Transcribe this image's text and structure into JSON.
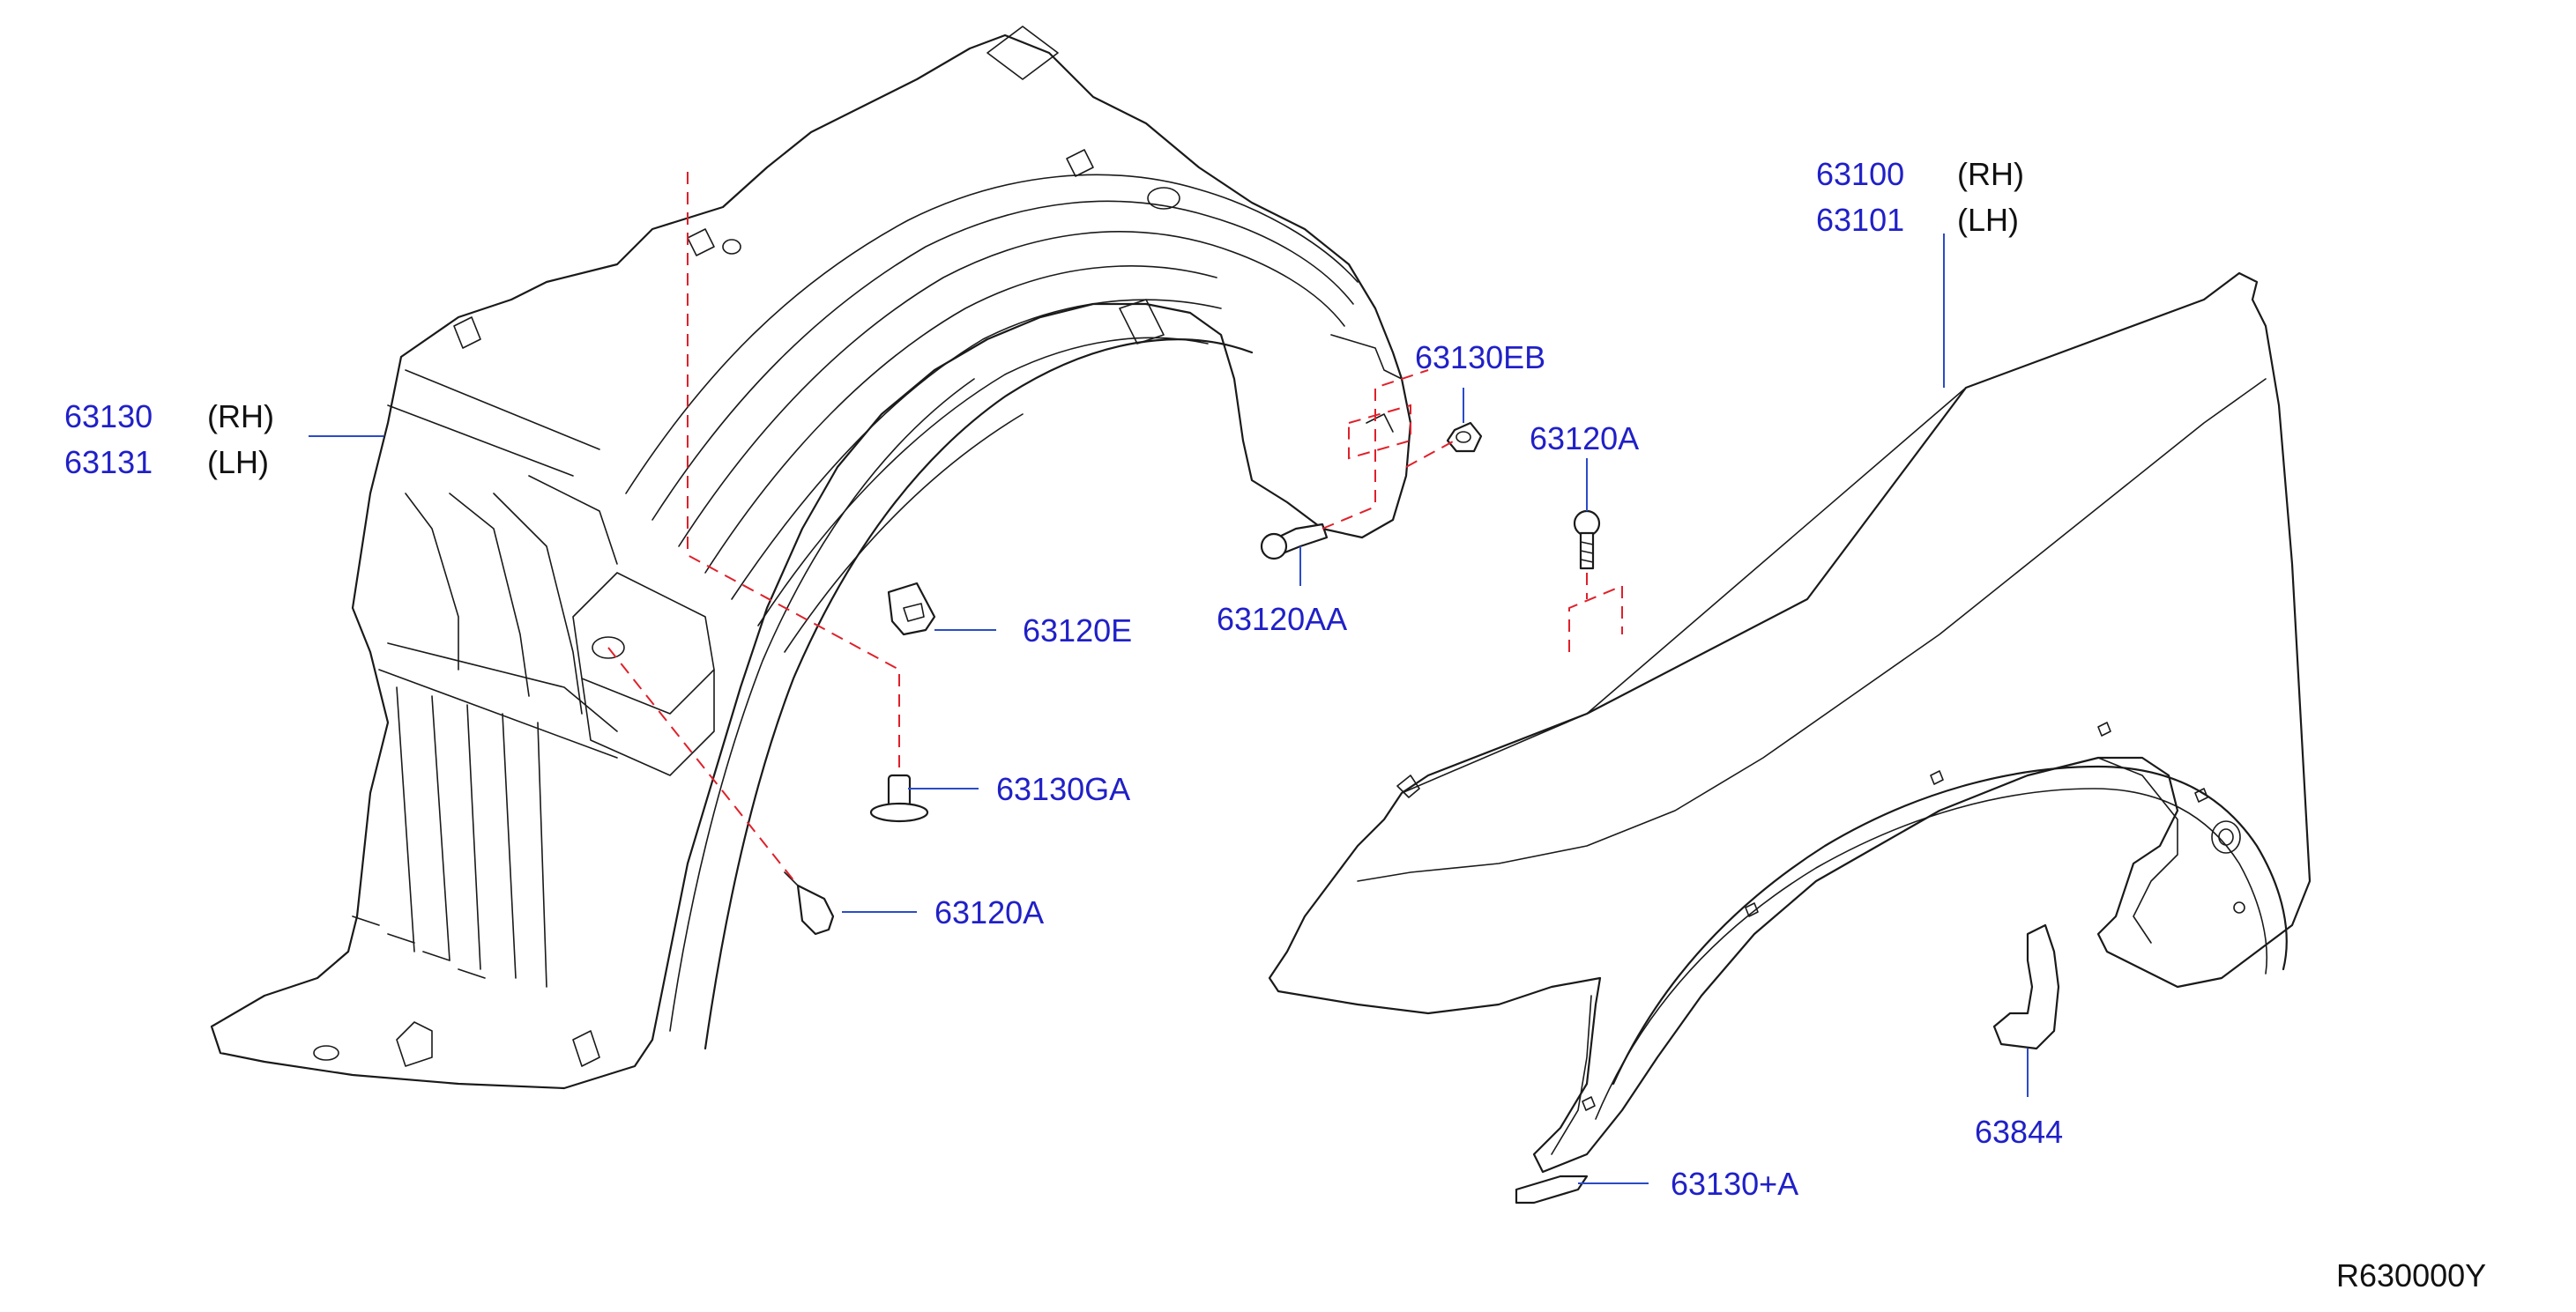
{
  "diagram": {
    "ref_code": "R630000Y",
    "callouts": [
      {
        "id": "splash-shield",
        "number": "63130",
        "side": "(RH)"
      },
      {
        "id": "splash-shield-lh",
        "number": "63131",
        "side": "(LH)"
      },
      {
        "id": "fender",
        "number": "63100",
        "side": "(RH)"
      },
      {
        "id": "fender-lh",
        "number": "63101",
        "side": "(LH)"
      },
      {
        "id": "nut",
        "number": "63130EB",
        "side": ""
      },
      {
        "id": "screw-top",
        "number": "63120A",
        "side": ""
      },
      {
        "id": "screw-aa",
        "number": "63120AA",
        "side": ""
      },
      {
        "id": "clip",
        "number": "63120E",
        "side": ""
      },
      {
        "id": "grommet",
        "number": "63130GA",
        "side": ""
      },
      {
        "id": "screw-low",
        "number": "63120A",
        "side": ""
      },
      {
        "id": "protector",
        "number": "63844",
        "side": ""
      },
      {
        "id": "seal",
        "number": "63130+A",
        "side": ""
      }
    ]
  }
}
